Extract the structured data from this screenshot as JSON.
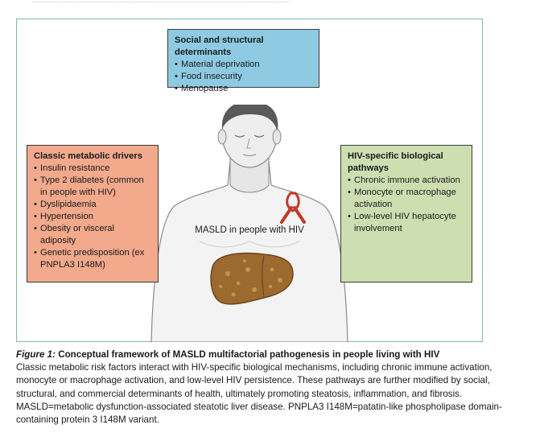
{
  "social": {
    "title": "Social and structural determinants",
    "items": [
      "Material deprivation",
      "Food insecurity",
      "Menopause"
    ]
  },
  "classic": {
    "title": "Classic metabolic drivers",
    "items": [
      "Insulin resistance",
      "Type 2 diabetes (common in people with HIV)",
      "Dyslipidaemia",
      "Hypertension",
      "Obesity or visceral adiposity",
      "Genetic predisposition (ex PNPLA3 I148M)"
    ]
  },
  "hiv": {
    "title": "HIV-specific biological pathways",
    "items": [
      "Chronic immune activation",
      "Monocyte or macrophage activation",
      "Low-level HIV hepatocyte involvement"
    ]
  },
  "center_label": "MASLD in people with HIV",
  "caption": {
    "figure": "Figure 1:",
    "title": "Conceptual framework of MASLD multifactorial pathogenesis in people living with HIV",
    "body": "Classic metabolic risk factors interact with HIV-specific biological mechanisms, including chronic immune activation, monocyte or macrophage activation, and low-level HIV persistence. These pathways are further modified by social, structural, and commercial determinants of health, ultimately promoting steatosis, inflammation, and fibrosis. MASLD=metabolic dysfunction-associated steatotic liver disease. PNPLA3 I148M=patatin-like phospholipase domain-containing protein 3 I148M variant."
  },
  "colors": {
    "social_box": "#8ecbe3",
    "classic_box": "#f2a98c",
    "hiv_box": "#cddfb0",
    "frame": "#7fb8a8",
    "ribbon": "#c0392b",
    "liver": "#9c6a2e"
  }
}
